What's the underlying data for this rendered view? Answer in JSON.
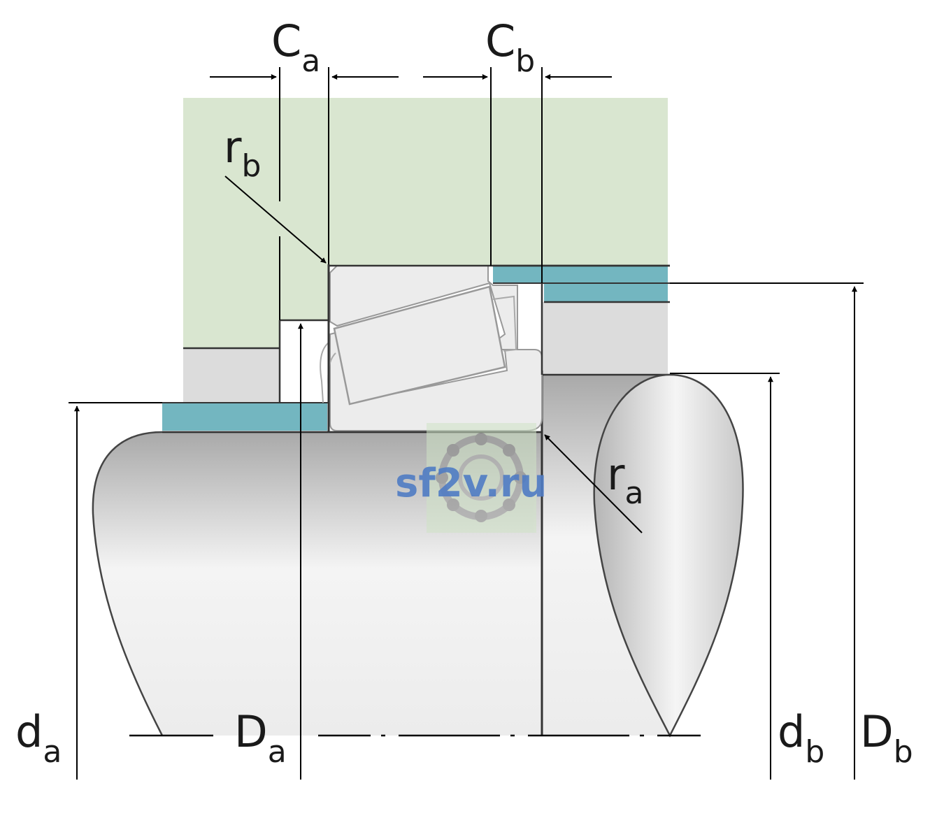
{
  "labels": {
    "ca": {
      "main": "C",
      "sub": "a"
    },
    "cb": {
      "main": "C",
      "sub": "b"
    },
    "rb": {
      "main": "r",
      "sub": "b"
    },
    "ra": {
      "main": "r",
      "sub": "a"
    },
    "da_small": {
      "main": "d",
      "sub": "a"
    },
    "da_big": {
      "main": "D",
      "sub": "a"
    },
    "db_small": {
      "main": "d",
      "sub": "b"
    },
    "db_big": {
      "main": "D",
      "sub": "b"
    }
  },
  "watermark": {
    "text": "sf2v.ru"
  },
  "colors": {
    "housing": "#d9e6d0",
    "spacer": "#73b6c0",
    "ring": "#ececec",
    "line": "#333333"
  }
}
